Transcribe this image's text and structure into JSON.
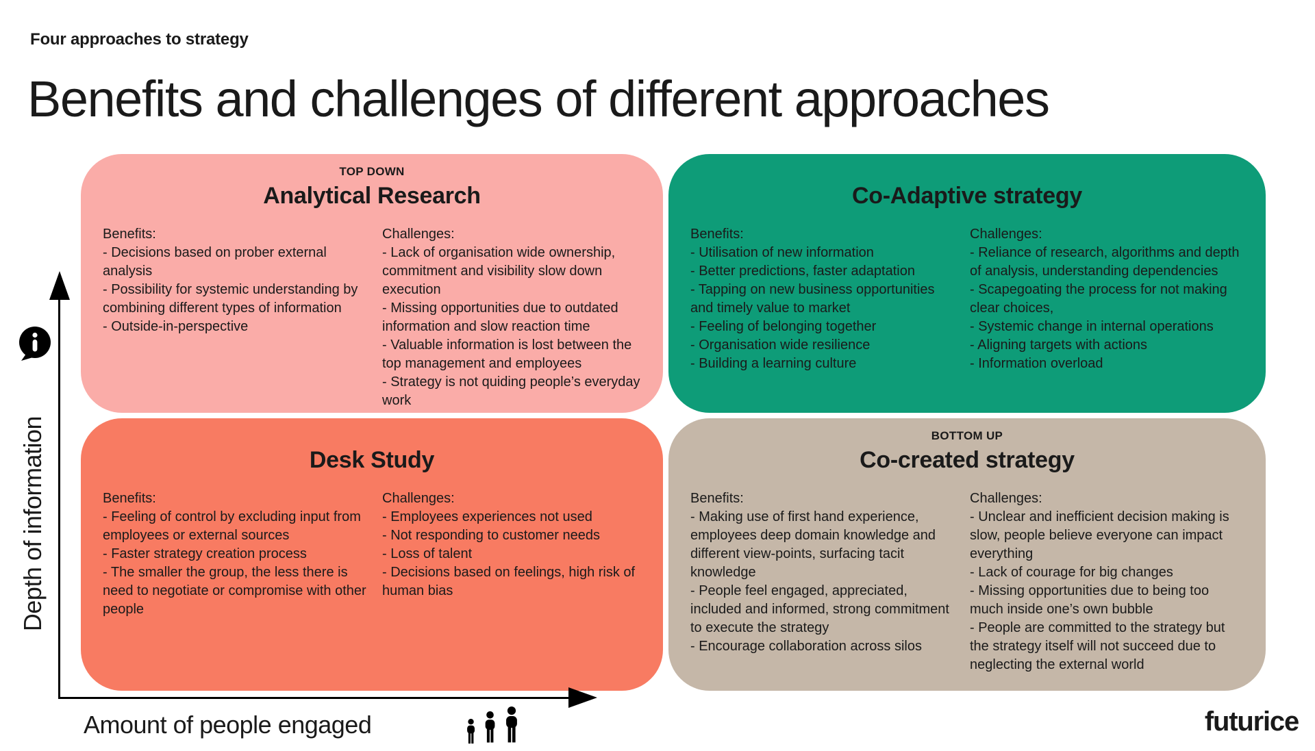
{
  "page": {
    "kicker": "Four approaches to strategy",
    "title": "Benefits and challenges of different approaches",
    "logo": "futurice"
  },
  "axes": {
    "y_label": "Depth of information",
    "x_label": "Amount of people engaged"
  },
  "icons": {
    "info": "info-speech-bubble-icon",
    "people": "people-group-icon"
  },
  "colors": {
    "pink": "#FAACA8",
    "green": "#0E9C78",
    "coral": "#F87B62",
    "taupe": "#C5B7A8",
    "text": "#1a1a1a",
    "background": "#ffffff",
    "axis": "#000000"
  },
  "quadrants": [
    {
      "id": "analytical-research",
      "kicker": "TOP DOWN",
      "title": "Analytical Research",
      "color": "#FAACA8",
      "benefits_label": "Benefits:",
      "challenges_label": "Challenges:",
      "benefits": [
        "- Decisions based on prober external analysis",
        "- Possibility for systemic understanding by combining different types of information",
        "- Outside-in-perspective"
      ],
      "challenges": [
        "- Lack of organisation wide ownership, commitment and visibility slow down execution",
        "- Missing opportunities due to outdated information and slow reaction time",
        "- Valuable information is lost between the top management and employees",
        "- Strategy is not quiding people’s everyday work"
      ]
    },
    {
      "id": "co-adaptive-strategy",
      "kicker": "",
      "title": "Co-Adaptive strategy",
      "color": "#0E9C78",
      "benefits_label": "Benefits:",
      "challenges_label": "Challenges:",
      "benefits": [
        "- Utilisation of new information",
        "- Better predictions, faster adaptation",
        "- Tapping on new business opportunities and timely value to market",
        "- Feeling of belonging together",
        "- Organisation wide resilience",
        "- Building a learning culture"
      ],
      "challenges": [
        "- Reliance of research, algorithms and depth of analysis, understanding dependencies",
        "- Scapegoating the process for not making clear choices,",
        "- Systemic change in internal operations",
        "- Aligning targets with actions",
        "- Information overload"
      ]
    },
    {
      "id": "desk-study",
      "kicker": "",
      "title": "Desk Study",
      "color": "#F87B62",
      "benefits_label": "Benefits:",
      "challenges_label": "Challenges:",
      "benefits": [
        "- Feeling of control by excluding input from employees or external sources",
        "- Faster strategy creation process",
        "- The smaller the group, the less there is need to negotiate or compromise with other people"
      ],
      "challenges": [
        "- Employees experiences not used",
        "- Not responding to customer needs",
        "- Loss of talent",
        "- Decisions based on feelings, high risk of human bias"
      ]
    },
    {
      "id": "co-created-strategy",
      "kicker": "BOTTOM UP",
      "title": "Co-created strategy",
      "color": "#C5B7A8",
      "benefits_label": "Benefits:",
      "challenges_label": "Challenges:",
      "benefits": [
        "- Making use of first hand experience, employees deep domain knowledge and different view-points, surfacing tacit knowledge",
        "- People feel engaged, appreciated, included and informed, strong commitment to execute the strategy",
        "- Encourage collaboration across silos"
      ],
      "challenges": [
        "- Unclear and inefficient decision making is slow, people believe everyone can impact everything",
        "- Lack of courage for big changes",
        "- Missing opportunities due to being too much inside one’s own bubble",
        "- People are committed to the strategy but the strategy itself will not succeed due to neglecting the external world"
      ]
    }
  ]
}
